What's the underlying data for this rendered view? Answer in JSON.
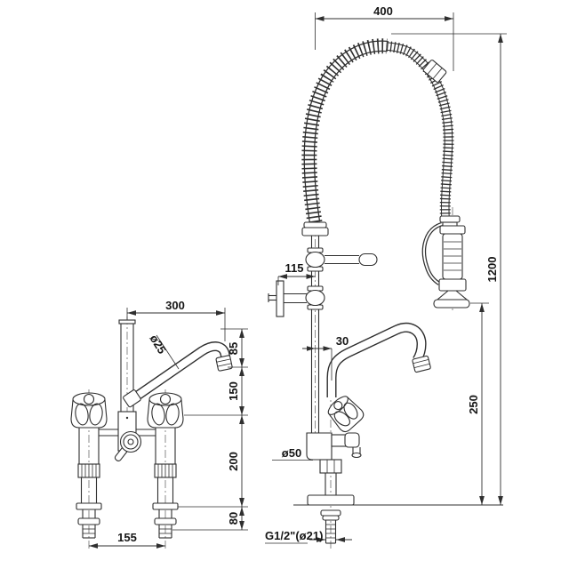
{
  "colors": {
    "line": "#2f2f2f",
    "background": "#ffffff",
    "text": "#161616"
  },
  "dimensions": {
    "hose_span": "400",
    "overall_height": "1200",
    "wall_bracket_offset": "115",
    "spout_axis_offset": "30",
    "nozzle_clearance": "250",
    "spout_reach": "300",
    "spout_tube_diameter": "ø25",
    "outlet_drop": "85",
    "spout_rise": "150",
    "body_height": "200",
    "shank_length": "80",
    "inlet_centres": "155",
    "base_diameter": "ø50",
    "inlet_thread": "G1/2\"(ø21)"
  }
}
